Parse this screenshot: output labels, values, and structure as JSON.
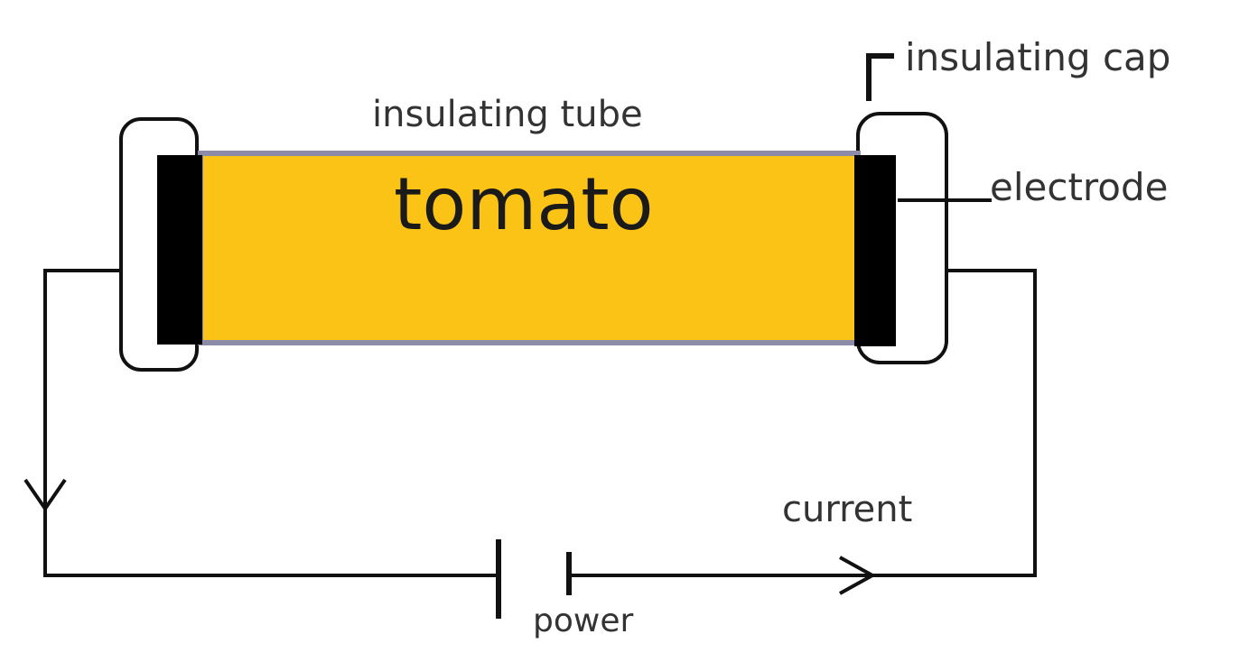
{
  "labels": {
    "insulating_tube": "insulating tube",
    "insulating_cap": "insulating cap",
    "electrode": "electrode",
    "sample": "tomato",
    "current": "current",
    "power": "power"
  },
  "colors": {
    "sample_fill": "#FBC315",
    "tube_border": "#8C8CA8",
    "electrode": "#000000",
    "wire": "#111111",
    "text": "#333333"
  }
}
